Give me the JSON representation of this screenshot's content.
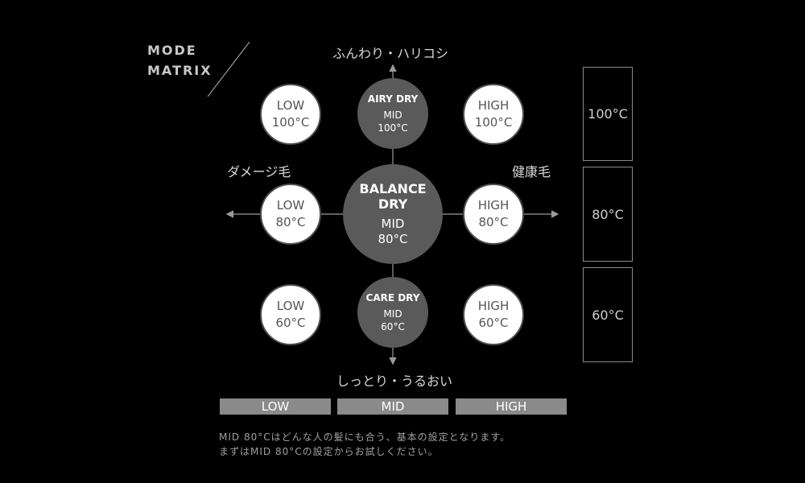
{
  "title": {
    "line1": "MODE",
    "line2": "MATRIX"
  },
  "axes": {
    "top": "ふんわり・ハリコシ",
    "bottom": "しっとり・うるおい",
    "left": "ダメージ毛",
    "right": "健康毛"
  },
  "modes": {
    "airy": {
      "name": "AIRY DRY",
      "level": "MID",
      "temp": "100°C"
    },
    "balance": {
      "name_line1": "BALANCE",
      "name_line2": "DRY",
      "level": "MID",
      "temp": "80°C"
    },
    "care": {
      "name": "CARE DRY",
      "level": "MID",
      "temp": "60°C"
    }
  },
  "cells": {
    "low_100": {
      "level": "LOW",
      "temp": "100°C"
    },
    "high_100": {
      "level": "HIGH",
      "temp": "100°C"
    },
    "low_80": {
      "level": "LOW",
      "temp": "80°C"
    },
    "high_80": {
      "level": "HIGH",
      "temp": "80°C"
    },
    "low_60": {
      "level": "LOW",
      "temp": "60°C"
    },
    "high_60": {
      "level": "HIGH",
      "temp": "60°C"
    }
  },
  "temperature_legend": [
    "100°C",
    "80°C",
    "60°C"
  ],
  "level_legend": [
    "LOW",
    "MID",
    "HIGH"
  ],
  "notes": {
    "line1": "MID 80°Cはどんな人の髪にも合う、基本の設定となります。",
    "line2": "まずはMID 80°Cの設定からお試しください。"
  },
  "colors": {
    "background": "#000000",
    "mode_circle": "#5a5a5a",
    "cell_circle": "#ffffff",
    "line": "#8a8a8a",
    "legend_fill": "#8a8a8a"
  }
}
